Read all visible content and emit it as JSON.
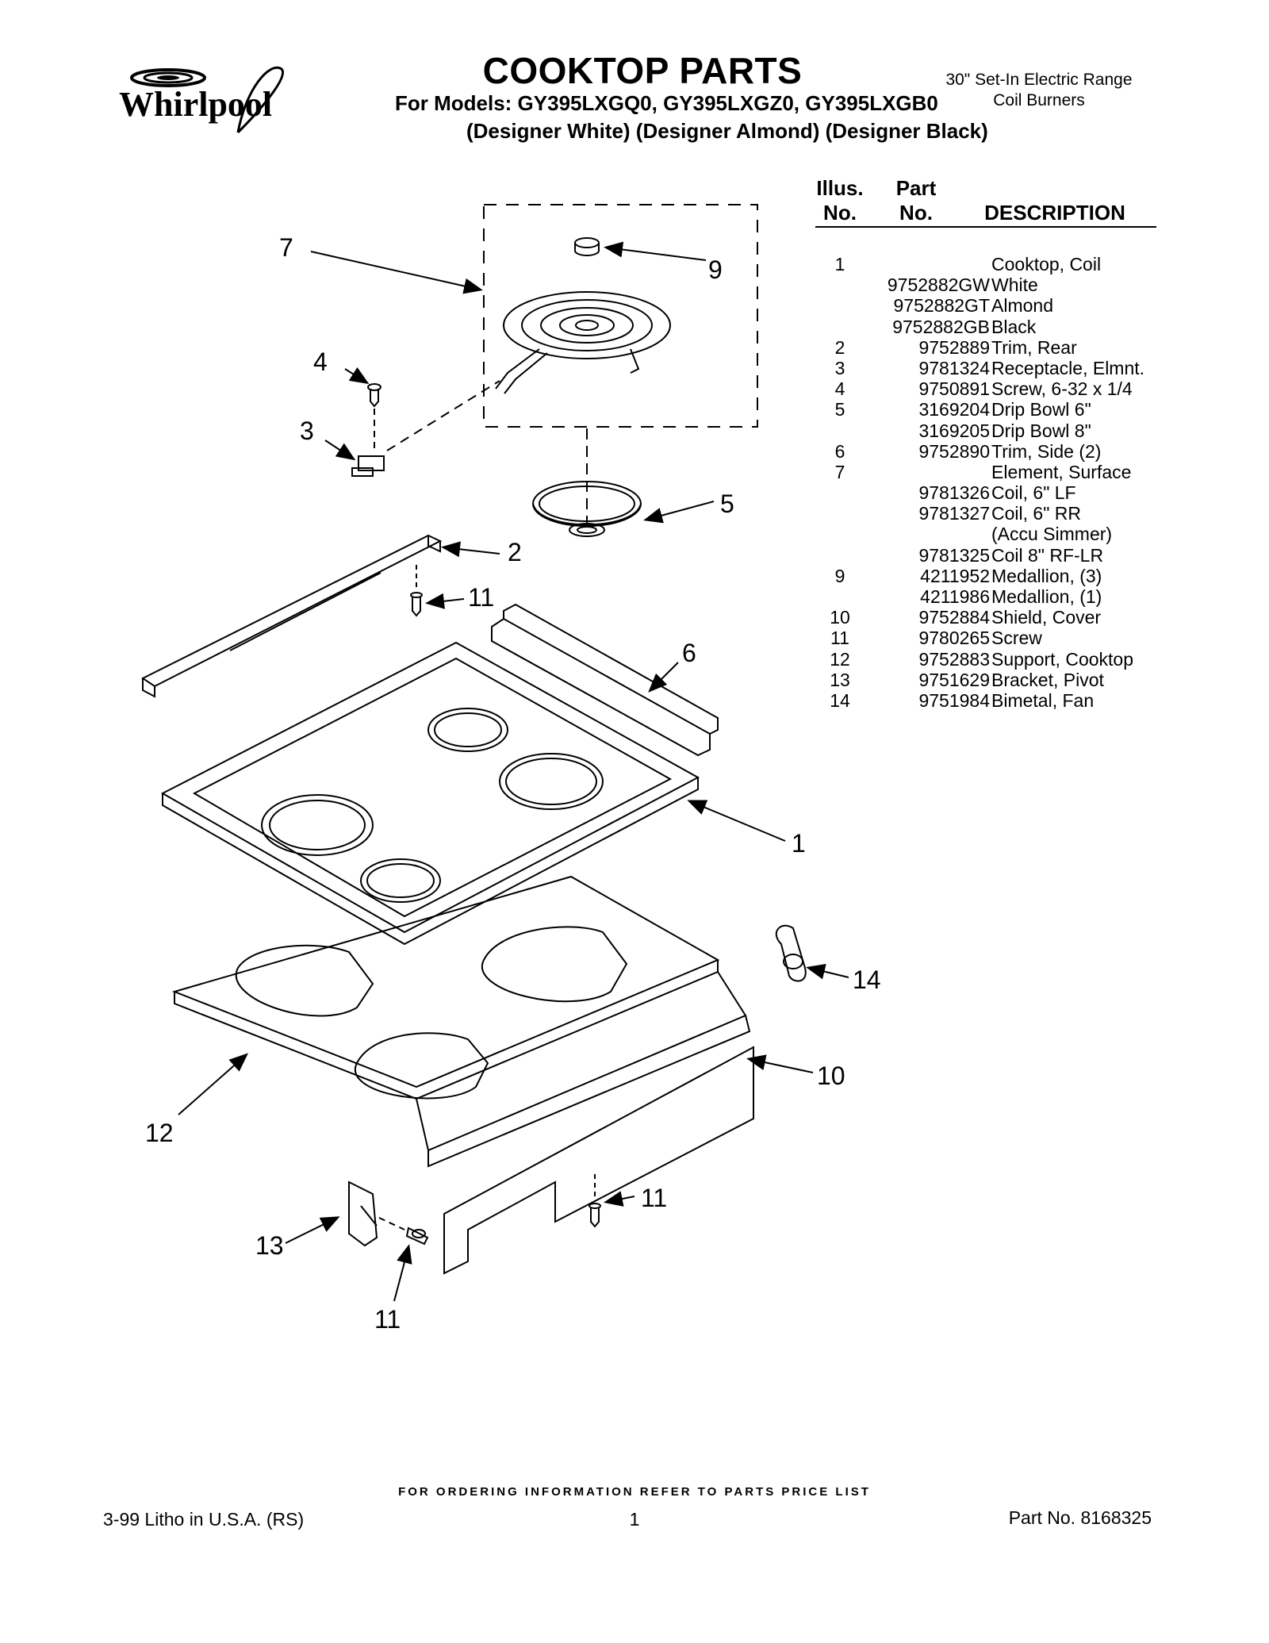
{
  "brand": {
    "name": "Whirlpool"
  },
  "header": {
    "title": "COOKTOP PARTS",
    "models": "For Models: GY395LXGQ0, GY395LXGZ0, GY395LXGB0",
    "colors": "(Designer White) (Designer Almond) (Designer Black)",
    "range_line1": "30\" Set-In Electric Range",
    "range_line2": "Coil Burners"
  },
  "table": {
    "head_illus": [
      "Illus.",
      "No."
    ],
    "head_part": [
      "Part",
      "No."
    ],
    "head_desc": "DESCRIPTION",
    "rows": [
      {
        "illus": "1",
        "part": "",
        "desc": "Cooktop, Coil"
      },
      {
        "illus": "",
        "part": "9752882GW",
        "desc": "White"
      },
      {
        "illus": "",
        "part": "9752882GT",
        "desc": "Almond"
      },
      {
        "illus": "",
        "part": "9752882GB",
        "desc": "Black"
      },
      {
        "illus": "2",
        "part": "9752889",
        "desc": "Trim, Rear"
      },
      {
        "illus": "3",
        "part": "9781324",
        "desc": "Receptacle, Elmnt."
      },
      {
        "illus": "4",
        "part": "9750891",
        "desc": "Screw, 6-32 x 1/4"
      },
      {
        "illus": "5",
        "part": "3169204",
        "desc": "Drip Bowl 6\""
      },
      {
        "illus": "",
        "part": "3169205",
        "desc": "Drip Bowl 8\""
      },
      {
        "illus": "6",
        "part": "9752890",
        "desc": "Trim, Side (2)"
      },
      {
        "illus": "7",
        "part": "",
        "desc": "Element, Surface"
      },
      {
        "illus": "",
        "part": "9781326",
        "desc": "Coil, 6\" LF"
      },
      {
        "illus": "",
        "part": "9781327",
        "desc": "Coil, 6\" RR"
      },
      {
        "illus": "",
        "part": "",
        "desc": "(Accu Simmer)"
      },
      {
        "illus": "",
        "part": "9781325",
        "desc": "Coil 8\" RF-LR"
      },
      {
        "illus": "9",
        "part": "4211952",
        "desc": "Medallion, (3)"
      },
      {
        "illus": "",
        "part": "4211986",
        "desc": "Medallion, (1)"
      },
      {
        "illus": "10",
        "part": "9752884",
        "desc": "Shield, Cover"
      },
      {
        "illus": "11",
        "part": "9780265",
        "desc": "Screw"
      },
      {
        "illus": "12",
        "part": "9752883",
        "desc": "Support, Cooktop"
      },
      {
        "illus": "13",
        "part": "9751629",
        "desc": "Bracket, Pivot"
      },
      {
        "illus": "14",
        "part": "9751984",
        "desc": "Bimetal, Fan"
      }
    ]
  },
  "callouts": [
    "7",
    "9",
    "4",
    "3",
    "5",
    "2",
    "11",
    "6",
    "1",
    "14",
    "10",
    "12",
    "11",
    "13",
    "11"
  ],
  "footer": {
    "ordering": "FOR ORDERING INFORMATION REFER TO PARTS PRICE LIST",
    "litho": "3-99 Litho in U.S.A. (RS)",
    "page": "1",
    "part_no": "Part No. 8168325"
  }
}
